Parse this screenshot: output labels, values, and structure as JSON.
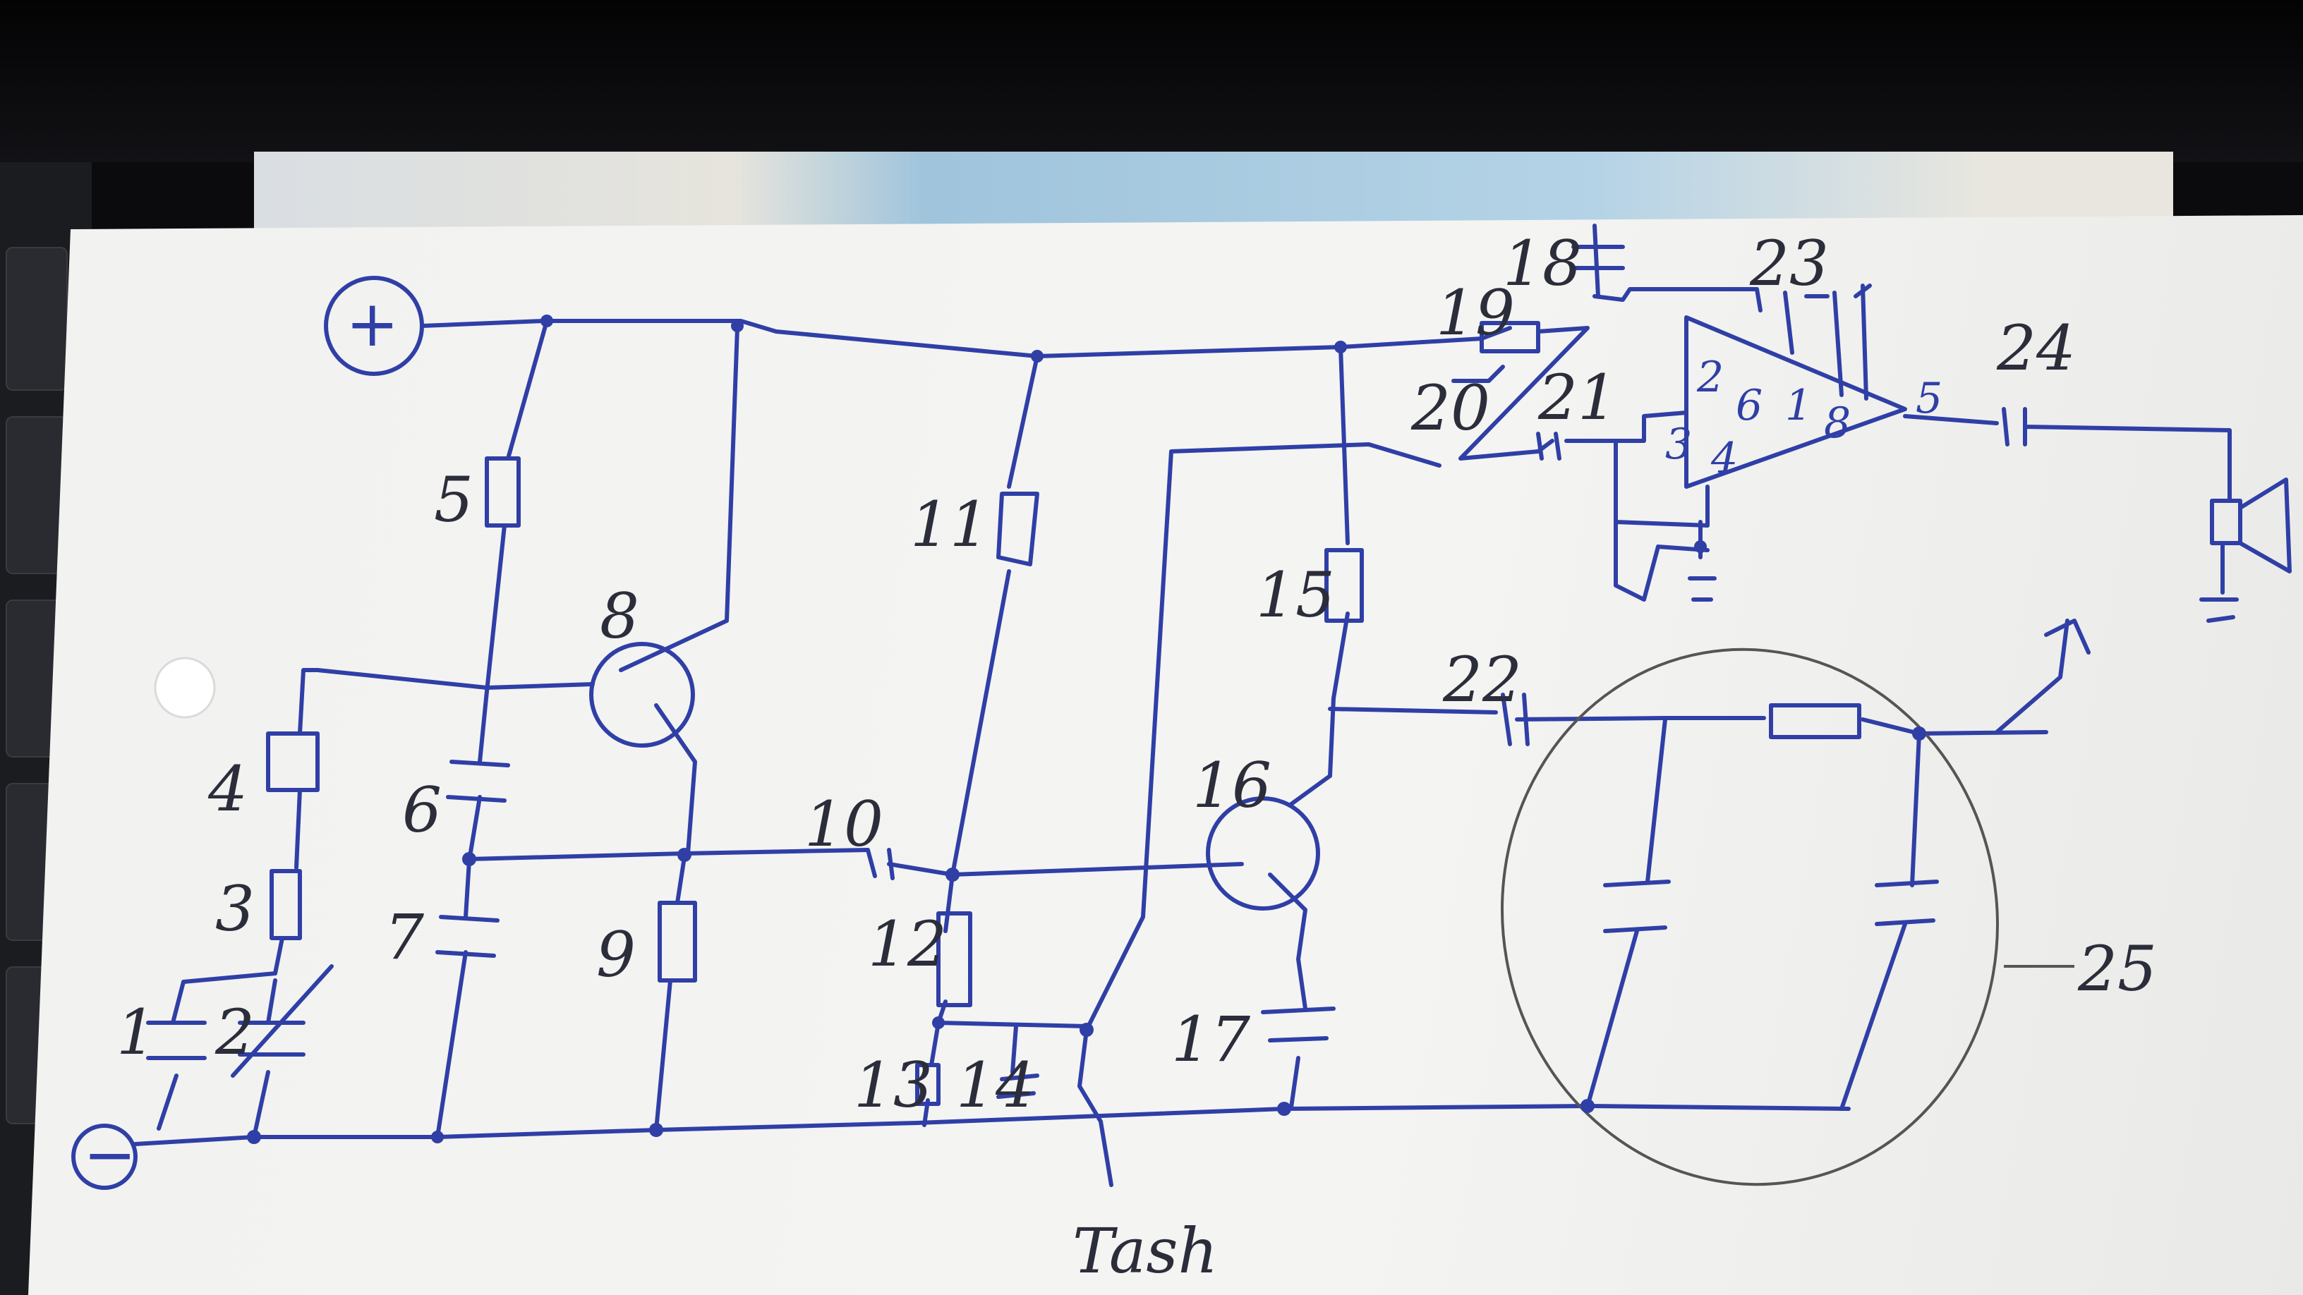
{
  "terminals": {
    "positive": "+",
    "negative": "−"
  },
  "components": [
    "1",
    "2",
    "3",
    "4",
    "5",
    "6",
    "7",
    "8",
    "9",
    "10",
    "11",
    "12",
    "13",
    "14",
    "15",
    "16",
    "17",
    "18",
    "19",
    "20",
    "21",
    "22",
    "23",
    "24",
    "25"
  ],
  "ic_pins": [
    "2",
    "6",
    "1",
    "8",
    "3",
    "4",
    "5"
  ],
  "bottom_label": "Tash",
  "colors": {
    "ink": "#2f3fa6",
    "pencil": "#555555",
    "paper": "#f3f3f1"
  }
}
